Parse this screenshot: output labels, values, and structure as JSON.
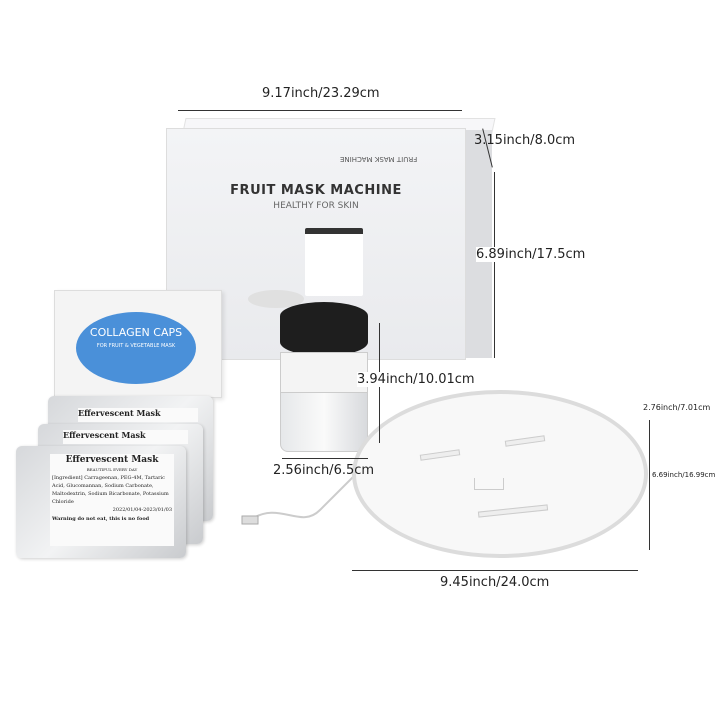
{
  "dimensions": {
    "box_width": "9.17inch/23.29cm",
    "box_depth": "3.15inch/8.0cm",
    "box_height": "6.89inch/17.5cm",
    "machine_height": "3.94inch/10.01cm",
    "machine_diameter": "2.56inch/6.5cm",
    "mask_depth": "2.76inch/7.01cm",
    "mask_height": "6.69inch/16.99cm",
    "mask_width": "9.45inch/24.0cm"
  },
  "box": {
    "title": "FRUIT MASK MACHINE",
    "subtitle": "HEALTHY FOR SKIN",
    "top_text": "FRUIT MASK MACHINE"
  },
  "collagen": {
    "title": "COLLAGEN CAPS",
    "subtitle": "FOR FRUIT & VEGETABLE MASK"
  },
  "pouches": [
    {
      "title": "Effervescent Mask"
    },
    {
      "title": "Effervescent Mask"
    },
    {
      "title": "Effervescent Mask",
      "tagline": "BEAUTIFUL EVERY DAY",
      "ingredients": "[Ingredient] Carrageenan, PEG-4M, Tartaric Acid, Glucomannan, Sodium Carbonate, Maltodextrin, Sodium Bicarbonate, Potassium Chloride",
      "dates": "2022/01/04-2023/01/03",
      "warning": "Warning do not eat, this is no food"
    }
  ]
}
